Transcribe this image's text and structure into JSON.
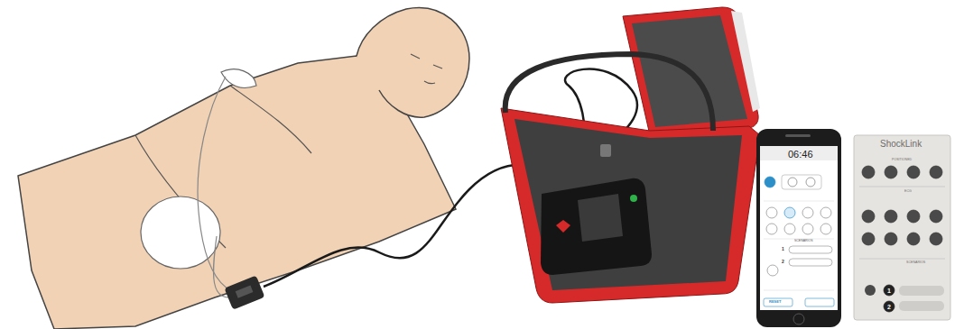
{
  "diagram": {
    "labels": [
      "06:46",
      "SCENARIOS",
      "1",
      "2",
      "RESET",
      "ShockLink",
      "POSITIONED",
      "ECG",
      "SCENARIOS",
      "1",
      "2"
    ]
  }
}
